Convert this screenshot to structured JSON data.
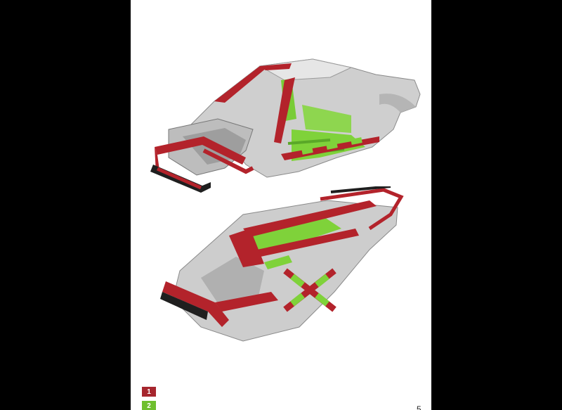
{
  "figure": {
    "colors": {
      "high_strength_steel": "#b3232b",
      "aluminum_alloy": "#7fd23a",
      "body_silver": "#c9c9c9",
      "page_background": "#ffffff",
      "surround": "#000000"
    }
  },
  "legend": {
    "items": [
      {
        "label": "1",
        "color": "#a6262e"
      },
      {
        "label": "2",
        "color": "#6fbf2e"
      }
    ]
  },
  "page_number": "5"
}
